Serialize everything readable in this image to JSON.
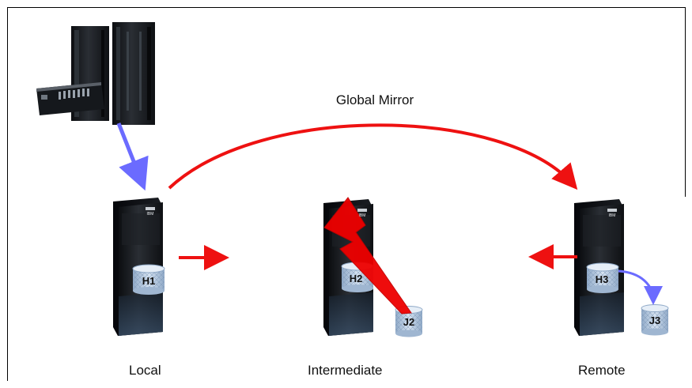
{
  "diagram": {
    "title": "Global Mirror",
    "sites": [
      {
        "name": "Local",
        "volume": "H1"
      },
      {
        "name": "Intermediate",
        "volume": "H2",
        "journal": "J2"
      },
      {
        "name": "Remote",
        "volume": "H3",
        "journal": "J3"
      }
    ],
    "vendor_badge": "IBM",
    "colors": {
      "mirror_arrow": "#ee1111",
      "host_arrow": "#6b6bff",
      "journal_arrow": "#6b6bff",
      "failure": "#ee0000",
      "server": "#1a1d21",
      "cylinder": "#b9cde3"
    }
  }
}
